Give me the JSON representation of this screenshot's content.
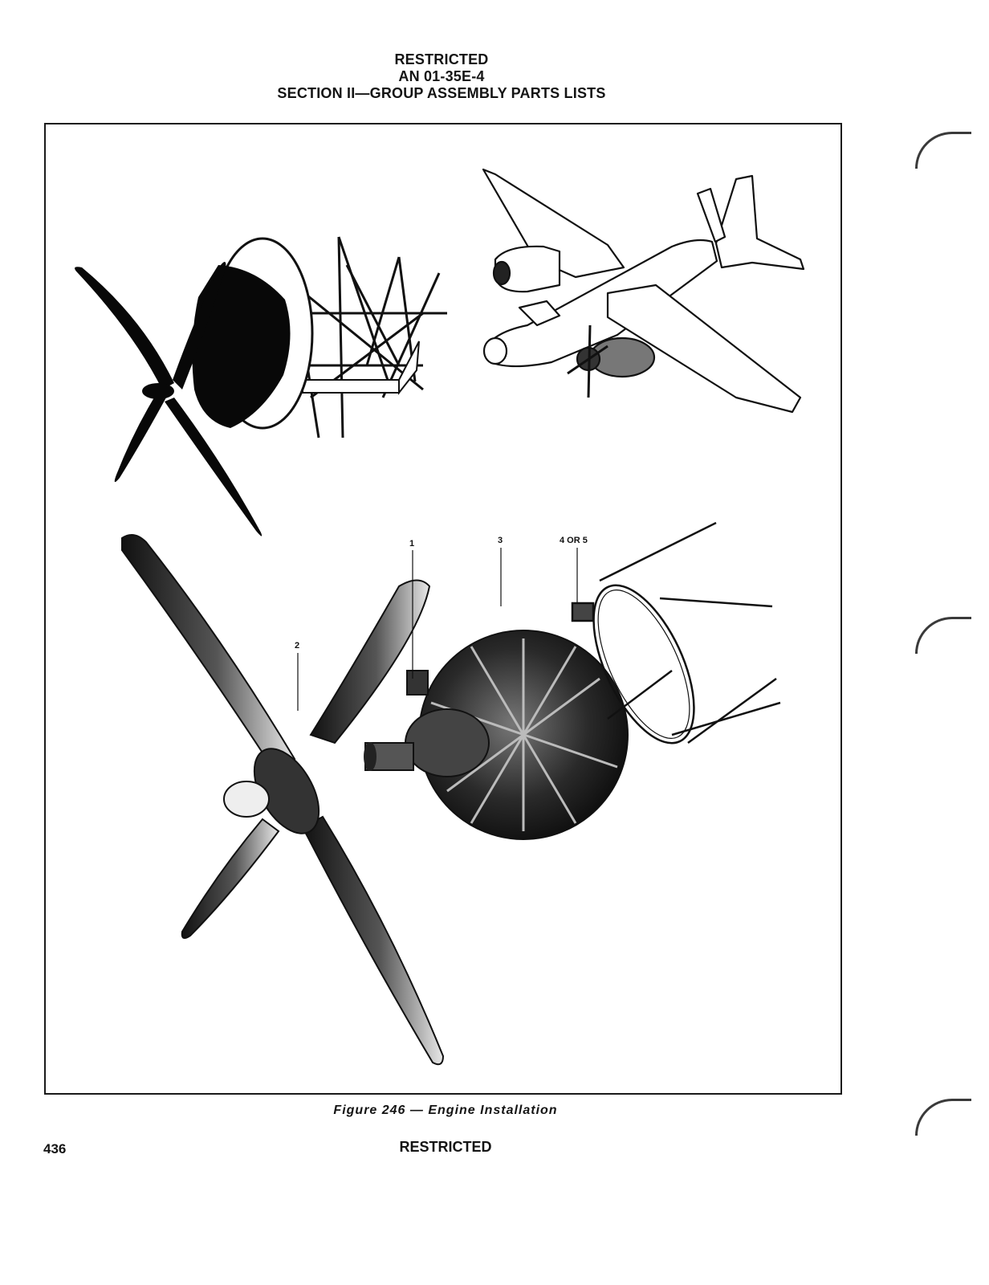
{
  "header": {
    "line1": "RESTRICTED",
    "line2": "AN 01-35E-4",
    "line3": "SECTION II—GROUP ASSEMBLY PARTS LISTS"
  },
  "figure": {
    "caption": "Figure 246 — Engine Installation",
    "callouts": [
      {
        "id": "1",
        "label": "1"
      },
      {
        "id": "2",
        "label": "2"
      },
      {
        "id": "3",
        "label": "3"
      },
      {
        "id": "4",
        "label": "4 OR 5"
      }
    ]
  },
  "footer": {
    "page_number": "436",
    "classification": "RESTRICTED"
  }
}
